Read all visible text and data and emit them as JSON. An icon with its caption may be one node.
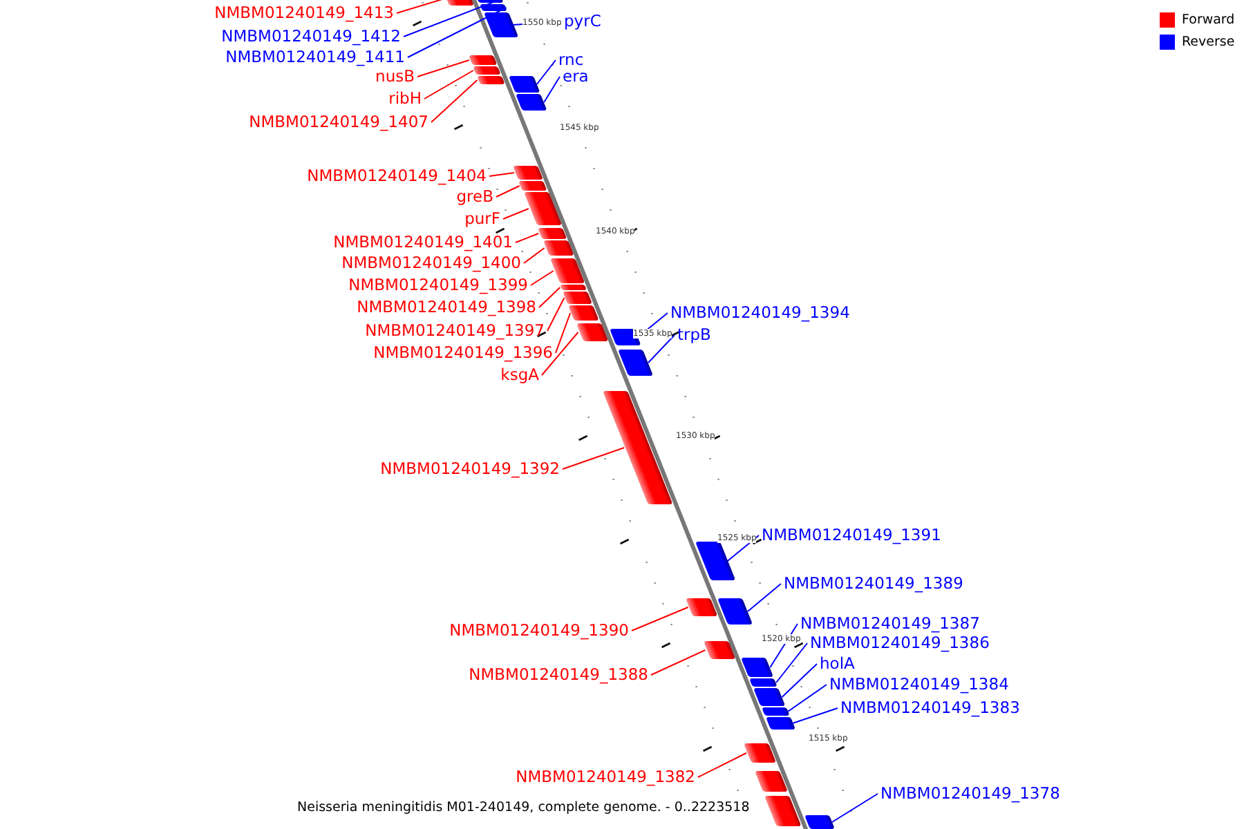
{
  "diagram": {
    "caption": "Neisseria meningitidis M01-240149, complete genome. - 0..2223518",
    "nodes": [
      {
        "text": [
          "NMBM01240149_1413"
        ]
      },
      {
        "text": [],
        "shape": "box"
      },
      {
        "text": [
          "NMBM01240149_1412"
        ]
      },
      {
        "text": [],
        "shape": "box"
      },
      {
        "text": [
          "NMBM01240149_1411"
        ]
      },
      {
        "text": [],
        "shape": "box"
      },
      {
        "text": [
          "pyrC"
        ]
      },
      {
        "text": [],
        "shape": "box"
      },
      {
        "text": [
          "rnc"
        ]
      },
      {
        "text": [],
        "shape": "box"
      },
      {
        "text": [
          "era"
        ]
      },
      {
        "text": [],
        "shape": "box"
      },
      {
        "text": [
          "nusB"
        ]
      },
      {
        "text": [],
        "shape": "box"
      },
      {
        "text": [
          "ribH"
        ]
      },
      {
        "text": [],
        "shape": "box"
      },
      {
        "text": [
          "NMBM01240149_1407"
        ]
      },
      {
        "text": [],
        "shape": "box"
      },
      {
        "text": [
          "NMBM01240149_1404"
        ]
      },
      {
        "text": [],
        "shape": "box"
      },
      {
        "text": [
          "greB"
        ]
      },
      {
        "text": [],
        "shape": "box"
      },
      {
        "text": [
          "purF"
        ]
      },
      {
        "text": [],
        "shape": "box"
      },
      {
        "text": [
          "NMBM01240149_1401"
        ]
      },
      {
        "text": [],
        "shape": "box"
      },
      {
        "text": [
          "NMBM01240149_1400"
        ]
      },
      {
        "text": [],
        "shape": "box"
      },
      {
        "text": [
          "NMBM01240149_1399"
        ]
      },
      {
        "text": [],
        "shape": "box"
      },
      {
        "text": [
          "NMBM01240149_1398"
        ]
      },
      {
        "text": [],
        "shape": "box"
      },
      {
        "text": [
          "NMBM01240149_1397"
        ]
      },
      {
        "text": [],
        "shape": "box"
      },
      {
        "text": [
          "NMBM01240149_1396"
        ]
      },
      {
        "text": [],
        "shape": "box"
      },
      {
        "text": [
          "ksgA"
        ]
      },
      {
        "text": [],
        "shape": "box"
      },
      {
        "text": [
          "NMBM01240149_1394"
        ]
      },
      {
        "text": [],
        "shape": "box"
      },
      {
        "text": [
          "trpB"
        ]
      },
      {
        "text": [],
        "shape": "box"
      },
      {
        "text": [
          "NMBM01240149_1392"
        ]
      },
      {
        "text": [],
        "shape": "box"
      },
      {
        "text": [
          "NMBM01240149_1391"
        ]
      },
      {
        "text": [],
        "shape": "box"
      },
      {
        "text": [
          "NMBM01240149_1389"
        ]
      },
      {
        "text": [],
        "shape": "box"
      },
      {
        "text": [
          "NMBM01240149_1390"
        ]
      },
      {
        "text": [],
        "shape": "box"
      },
      {
        "text": [
          "NMBM01240149_1388"
        ]
      },
      {
        "text": [],
        "shape": "box"
      },
      {
        "text": [
          "NMBM01240149_1387"
        ]
      },
      {
        "text": [],
        "shape": "box"
      },
      {
        "text": [
          "NMBM01240149_1386"
        ]
      },
      {
        "text": [],
        "shape": "box"
      },
      {
        "text": [
          "holA"
        ]
      },
      {
        "text": [],
        "shape": "box"
      },
      {
        "text": [
          "NMBM01240149_1384"
        ]
      },
      {
        "text": [],
        "shape": "box"
      },
      {
        "text": [
          "NMBM01240149_1383"
        ]
      },
      {
        "text": [],
        "shape": "box"
      },
      {
        "text": [
          "NMBM01240149_1382"
        ]
      },
      {
        "text": [],
        "shape": "box"
      },
      {
        "text": [
          "NMBM01240149_1378"
        ]
      },
      {
        "text": [],
        "shape": "box"
      },
      {
        "text": [],
        "shape": "box"
      },
      {
        "text": [],
        "shape": "box"
      }
    ],
    "edges": [
      {
        "from": 0,
        "to": 1,
        "arrow": "none"
      },
      {
        "from": 2,
        "to": 3,
        "arrow": "none",
        "color": "#0000ff"
      },
      {
        "from": 4,
        "to": 5,
        "arrow": "none",
        "color": "#0000ff"
      },
      {
        "from": 6,
        "to": 7,
        "arrow": "none",
        "color": "#0000ff"
      },
      {
        "from": 8,
        "to": 9,
        "arrow": "none",
        "color": "#0000ff"
      },
      {
        "from": 10,
        "to": 11,
        "arrow": "none",
        "color": "#0000ff"
      },
      {
        "from": 12,
        "to": 13,
        "arrow": "none"
      },
      {
        "from": 14,
        "to": 15,
        "arrow": "none"
      },
      {
        "from": 16,
        "to": 17,
        "arrow": "none"
      },
      {
        "from": 18,
        "to": 19,
        "arrow": "none"
      },
      {
        "from": 20,
        "to": 21,
        "arrow": "none"
      },
      {
        "from": 22,
        "to": 23,
        "arrow": "none"
      },
      {
        "from": 24,
        "to": 25,
        "arrow": "none"
      },
      {
        "from": 26,
        "to": 27,
        "arrow": "none"
      },
      {
        "from": 28,
        "to": 29,
        "arrow": "none"
      },
      {
        "from": 30,
        "to": 31,
        "arrow": "none"
      },
      {
        "from": 32,
        "to": 33,
        "arrow": "none"
      },
      {
        "from": 34,
        "to": 35,
        "arrow": "none"
      },
      {
        "from": 36,
        "to": 37,
        "arrow": "none"
      },
      {
        "from": 38,
        "to": 39,
        "arrow": "none",
        "color": "#0000ff"
      },
      {
        "from": 40,
        "to": 41,
        "arrow": "none",
        "color": "#0000ff"
      },
      {
        "from": 42,
        "to": 43,
        "arrow": "none"
      },
      {
        "from": 44,
        "to": 45,
        "arrow": "none",
        "color": "#0000ff"
      },
      {
        "from": 46,
        "to": 47,
        "arrow": "none",
        "color": "#0000ff"
      },
      {
        "from": 48,
        "to": 49,
        "arrow": "none"
      },
      {
        "from": 50,
        "to": 51,
        "arrow": "none"
      },
      {
        "from": 52,
        "to": 53,
        "arrow": "none",
        "color": "#0000ff"
      },
      {
        "from": 54,
        "to": 55,
        "arrow": "none",
        "color": "#0000ff"
      },
      {
        "from": 56,
        "to": 57,
        "arrow": "none",
        "color": "#0000ff"
      },
      {
        "from": 58,
        "to": 59,
        "arrow": "none",
        "color": "#0000ff"
      },
      {
        "from": 60,
        "to": 61,
        "arrow": "none",
        "color": "#0000ff"
      },
      {
        "from": 62,
        "to": 63,
        "arrow": "none"
      },
      {
        "from": 64,
        "to": 65,
        "arrow": "none",
        "color": "#0000ff"
      }
    ],
    "labels": [
      "1550 kbp",
      "1545 kbp",
      "1540 kbp",
      "1535 kbp",
      "1530 kbp",
      "1525 kbp",
      "1520 kbp",
      "1515 kbp"
    ],
    "legend": [
      {
        "text": "Forward",
        "color": "#ff0000"
      },
      {
        "text": "Reverse",
        "color": "#0000ff"
      }
    ]
  }
}
